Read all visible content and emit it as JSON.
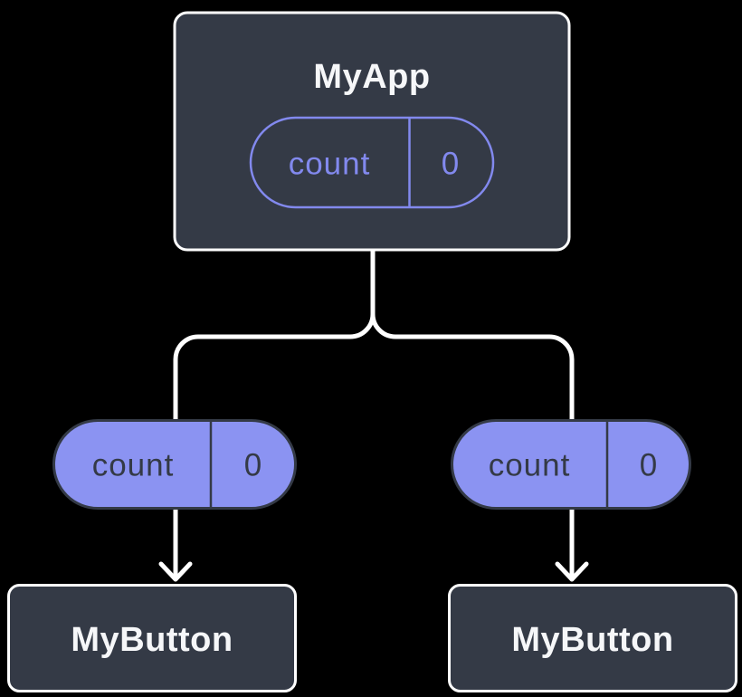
{
  "colors": {
    "background": "#000000",
    "node_fill": "#343A46",
    "node_border": "#FFFFFF",
    "connector": "#FFFFFF",
    "purple_outline": "#8289EE",
    "purple_fill": "#8B93F2",
    "dark_text": "#343A46",
    "light_text": "#F6F7F9"
  },
  "tree": {
    "root": {
      "label": "MyApp",
      "state_pill": {
        "name": "count",
        "value": "0"
      }
    },
    "left_prop_pill": {
      "name": "count",
      "value": "0"
    },
    "right_prop_pill": {
      "name": "count",
      "value": "0"
    },
    "left_child": {
      "label": "MyButton"
    },
    "right_child": {
      "label": "MyButton"
    }
  }
}
